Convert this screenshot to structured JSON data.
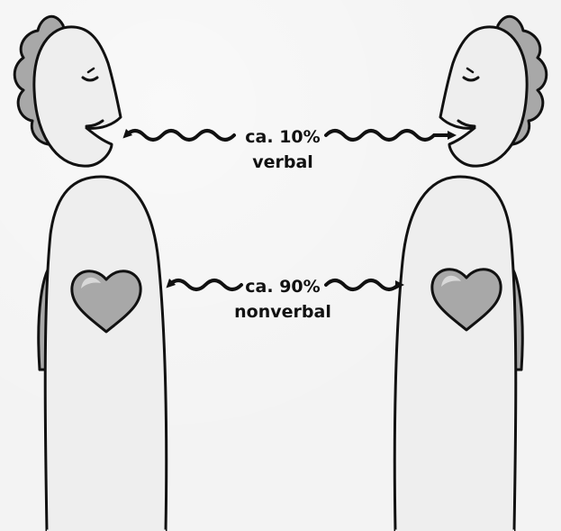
{
  "diagram": {
    "colors": {
      "outline": "#111111",
      "skin": "#eeeeee",
      "hair": "#a8a8a8",
      "heart": "#a8a8a8",
      "background": "#f3f3f3"
    },
    "verbal": {
      "percent": "ca. 10%",
      "label": "verbal"
    },
    "nonverbal": {
      "percent": "ca. 90%",
      "label": "nonverbal"
    },
    "icons": [
      "person-left-icon",
      "person-right-icon",
      "heart-icon",
      "double-arrow-icon"
    ]
  }
}
